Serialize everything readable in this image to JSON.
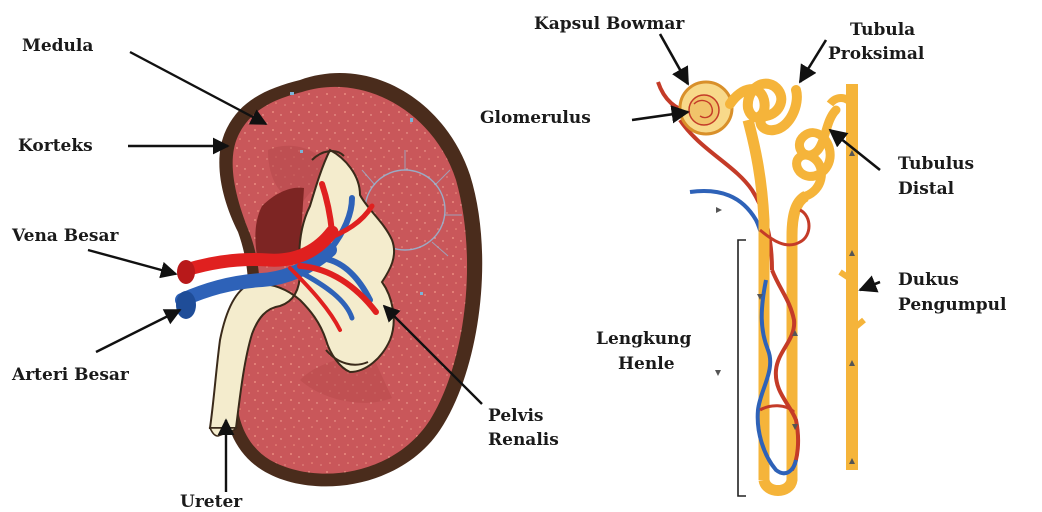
{
  "labels": {
    "medula": "Medula",
    "korteks": "Korteks",
    "vena_besar": "Vena Besar",
    "arteri_besar": "Arteri Besar",
    "ureter": "Ureter",
    "pelvis_line1": "Pelvis",
    "pelvis_line2": "Renalis",
    "kapsul_bowman": "Kapsul Bowmar",
    "glomerulus": "Glomerulus",
    "tubula_line1": "Tubula",
    "tubula_line2": "Proksimal",
    "tubulus_line1": "Tubulus",
    "tubulus_line2": "Distal",
    "dukus_line1": "Dukus",
    "dukus_line2": "Pengumpul",
    "lengkung_line1": "Lengkung",
    "lengkung_line2": "Henle"
  },
  "colors": {
    "capsule": "#4a2c1c",
    "cortex": "#c9575a",
    "medulla_dark": "#7d2523",
    "pelvis": "#f4eccd",
    "artery": "#e0201f",
    "vein": "#2e62b8",
    "tubule": "#f5b43a",
    "tubule_edge": "#d9902a",
    "capillary": "#c43b28"
  }
}
